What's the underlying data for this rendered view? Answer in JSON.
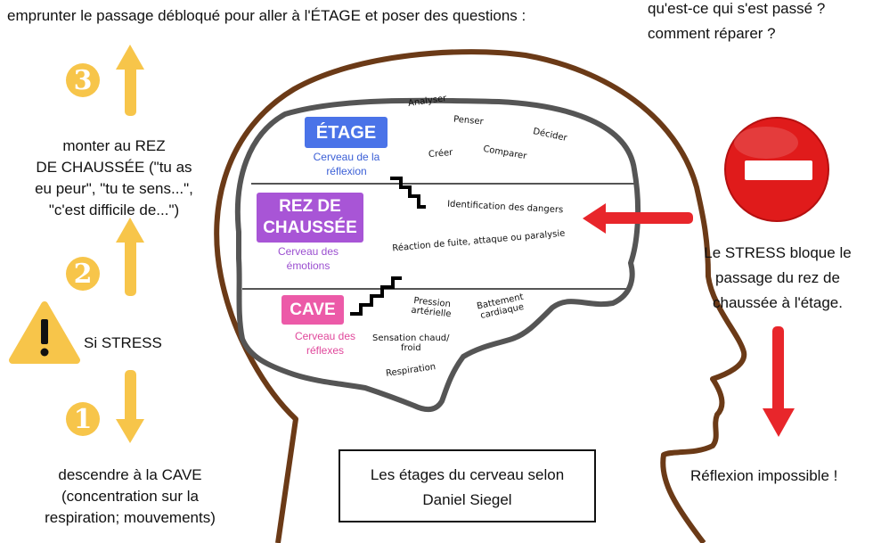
{
  "top_text": "emprunter le passage débloqué pour aller à l'ÉTAGE et poser des questions :",
  "top_right_text": [
    "qu'est-ce qui s'est passé ?",
    "comment réparer ?"
  ],
  "left": {
    "step3_number": "3",
    "step2_text": [
      "monter au REZ",
      "DE CHAUSSÉE (\"tu as",
      "eu peur\", \"tu te sens...\",",
      "\"c'est difficile de...\")"
    ],
    "step2_number": "2",
    "stress_text": "Si STRESS",
    "step1_number": "1",
    "step1_text": [
      "descendre à la CAVE",
      "(concentration sur la",
      "respiration; mouvements)"
    ]
  },
  "brain": {
    "etage": {
      "badge": "ÉTAGE",
      "sub": [
        "Cerveau de la",
        "réflexion"
      ],
      "items": [
        "Analyser",
        "Penser",
        "Décider",
        "Créer",
        "Comparer"
      ],
      "color": "#4a73e8"
    },
    "rez": {
      "badge": [
        "REZ DE",
        "CHAUSSÉE"
      ],
      "sub": [
        "Cerveau des",
        "émotions"
      ],
      "items": [
        "Identification des dangers",
        "Réaction de fuite, attaque ou paralysie"
      ],
      "color": "#a855d6"
    },
    "cave": {
      "badge": "CAVE",
      "sub": [
        "Cerveau des",
        "réflexes"
      ],
      "items": [
        [
          "Pression",
          "artérielle"
        ],
        [
          "Battement",
          "cardiaque"
        ],
        [
          "Sensation chaud/",
          "froid"
        ],
        "Respiration"
      ],
      "color": "#ec5aa8"
    }
  },
  "right": {
    "stress_block": [
      "Le STRESS bloque le",
      "passage du rez de",
      "chaussée à l'étage."
    ],
    "impossible": "Réflexion impossible !"
  },
  "caption": [
    "Les étages du cerveau selon",
    "Daniel Siegel"
  ],
  "colors": {
    "arrow_yellow": "#f7c54a",
    "arrow_red": "#e8262b",
    "stop_red": "#e01b1b",
    "head_brown": "#6b3a17",
    "brain_gray": "#555555"
  }
}
